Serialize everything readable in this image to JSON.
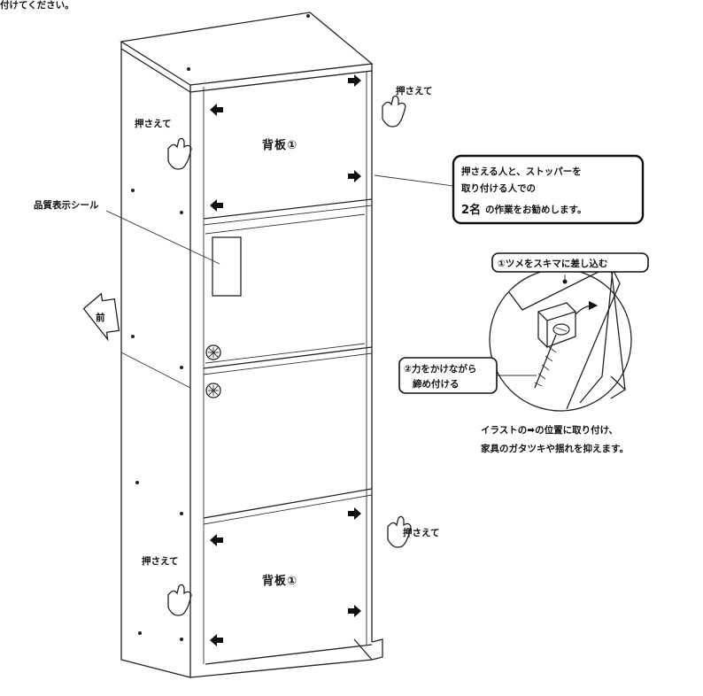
{
  "header": {
    "fragment": "付けてください。"
  },
  "labels": {
    "hold": "押さえて",
    "back_panel": "背板①",
    "quality_seal": "品質表示シール",
    "front": "前"
  },
  "callout": {
    "line1": "押さえる人と、ストッパーを",
    "line2": "取り付ける人での",
    "line3_strong": "2名",
    "line3_rest": "の作業をお勧めします。"
  },
  "stopper": {
    "step1": "①ツメをスキマに差し込む",
    "step2_line1": "②力をかけながら",
    "step2_line2": "締め付ける"
  },
  "note": {
    "line1": "イラストの➡の位置に取り付け、",
    "line2": "家具のガタツキや揺れを抑えます。"
  }
}
